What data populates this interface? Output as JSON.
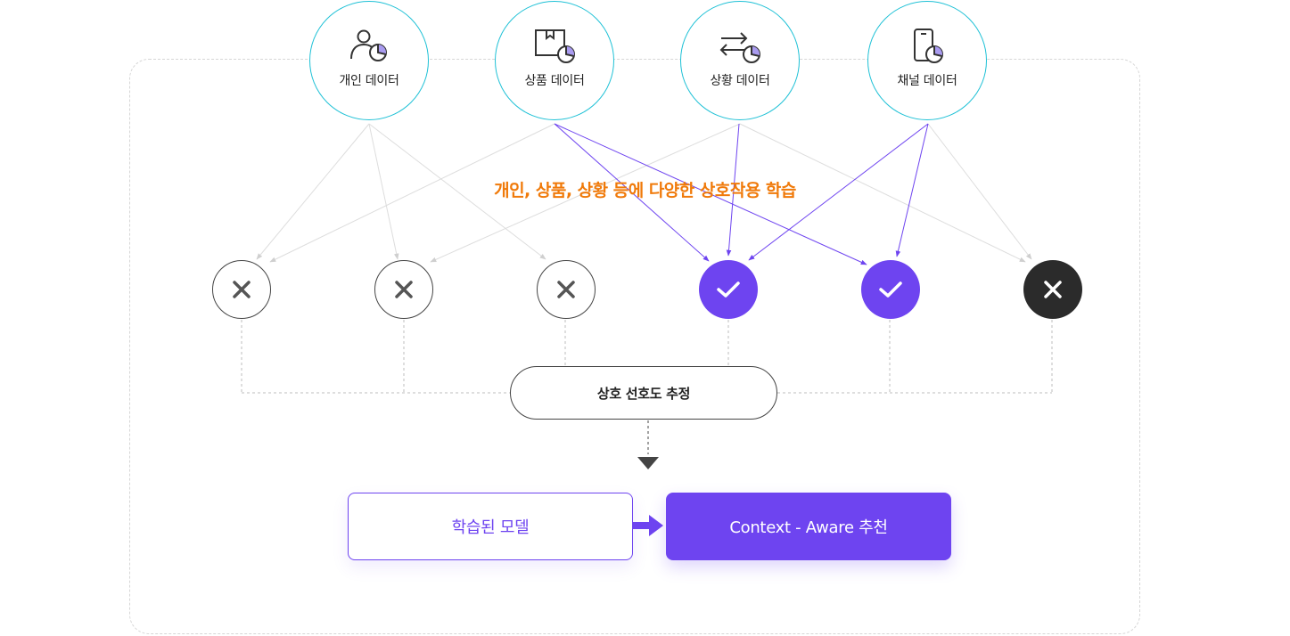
{
  "sources": [
    {
      "label": "개인 데이터",
      "icon": "person-chart-icon"
    },
    {
      "label": "상품 데이터",
      "icon": "box-chart-icon"
    },
    {
      "label": "상황 데이터",
      "icon": "exchange-chart-icon"
    },
    {
      "label": "채널 데이터",
      "icon": "phone-chart-icon"
    }
  ],
  "interaction_label": "개인, 상품, 상황 등에 다양한 상호작용 학습",
  "nodes": [
    {
      "state": "reject",
      "icon": "x-icon"
    },
    {
      "state": "reject",
      "icon": "x-icon"
    },
    {
      "state": "reject",
      "icon": "x-icon"
    },
    {
      "state": "accept",
      "icon": "check-icon"
    },
    {
      "state": "accept",
      "icon": "check-icon"
    },
    {
      "state": "reject-dark",
      "icon": "x-icon"
    }
  ],
  "preference_label": "상호 선호도 추정",
  "trained_model_label": "학습된 모델",
  "recommendation_label": "Context - Aware 추천",
  "colors": {
    "accent": "#6e44f0",
    "highlight": "#f07a0a",
    "source_border": "#1fc1d6",
    "dark": "#2b2b2b"
  }
}
